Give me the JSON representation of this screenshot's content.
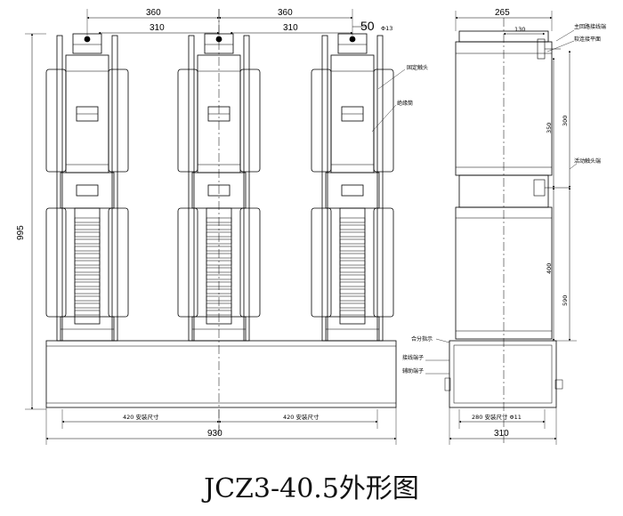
{
  "caption": "JCZ3-40.5外形图",
  "front_view": {
    "dims": {
      "pitch_left": "360",
      "pitch_right": "360",
      "bus_left": "310",
      "bus_right": "310",
      "terminal": "50",
      "hole": "Φ13",
      "height": "995",
      "width": "930",
      "mount_left": "420 安装尺寸",
      "mount_right": "420 安装尺寸"
    },
    "labels": {
      "upper_cover": "固定触头",
      "insulator": "绝缘筒"
    }
  },
  "side_view": {
    "dims": {
      "width_top": "265",
      "offset": "130",
      "d300": "300",
      "d350": "350",
      "d400": "400",
      "d590": "590",
      "mount": "280 安装尺寸 Φ11",
      "base": "310"
    },
    "labels": {
      "top1": "主回路接线端",
      "top2": "软连接平面",
      "mid": "活动触头端",
      "base_cover": "合分指示",
      "terminal1": "接线端子",
      "terminal2": "辅助端子"
    }
  }
}
